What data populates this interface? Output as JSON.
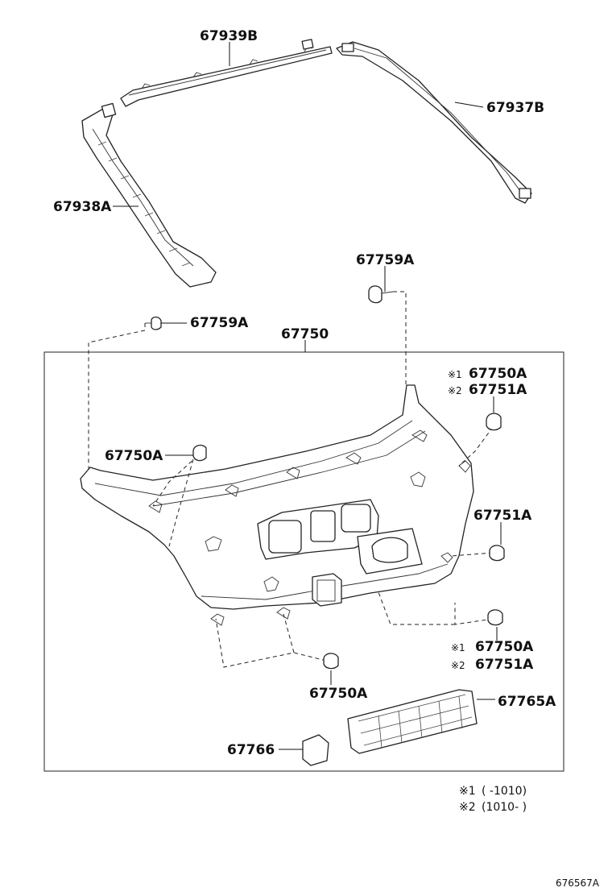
{
  "diagram": {
    "parts": {
      "part_67939B": "67939B",
      "part_67937B": "67937B",
      "part_67938A": "67938A",
      "part_67759A_top": "67759A",
      "part_67759A_left": "67759A",
      "part_67750": "67750",
      "part_67750A_left": "67750A",
      "part_67750A_bottom": "67750A",
      "part_67751A_mid": "67751A",
      "part_67765A": "67765A",
      "part_67766": "67766"
    },
    "variant_labels": {
      "top_right": [
        {
          "mark": "※1",
          "code": "67750A"
        },
        {
          "mark": "※2",
          "code": "67751A"
        }
      ],
      "bottom_right": [
        {
          "mark": "※1",
          "code": "67750A"
        },
        {
          "mark": "※2",
          "code": "67751A"
        }
      ]
    },
    "notes": [
      {
        "mark": "※1",
        "text": "(       -1010)"
      },
      {
        "mark": "※2",
        "text": "(1010-       )"
      }
    ],
    "diagram_id": "676567A"
  }
}
